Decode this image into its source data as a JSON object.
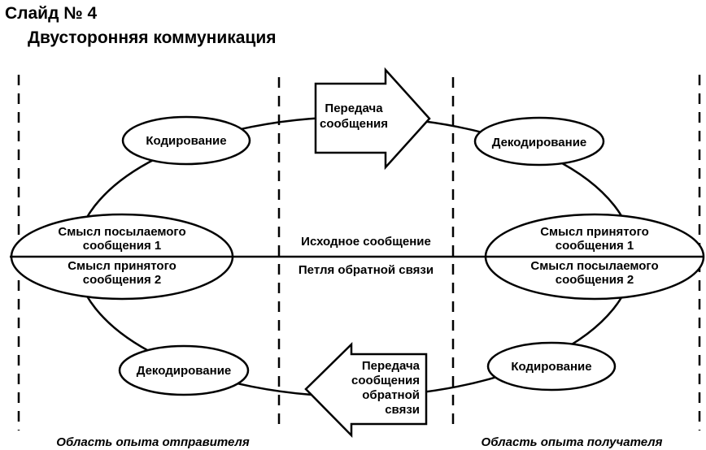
{
  "slide": {
    "title": "Слайд № 4",
    "subtitle": "Двусторонняя коммуникация"
  },
  "nodes": {
    "encoding_left": "Кодирование",
    "decoding_right": "Декодирование",
    "decoding_left": "Декодирование",
    "encoding_right": "Кодирование",
    "left_meaning_sent": [
      "Смысл посылаемого",
      "сообщения 1"
    ],
    "left_meaning_received": [
      "Смысл принятого",
      "сообщения 2"
    ],
    "right_meaning_received": [
      "Смысл принятого",
      "сообщения 1"
    ],
    "right_meaning_sent": [
      "Смысл посылаемого",
      "сообщения 2"
    ]
  },
  "arrows": {
    "top": [
      "Передача",
      "сообщения"
    ],
    "bottom": [
      "Передача",
      "сообщения",
      "обратной",
      "связи"
    ]
  },
  "center": {
    "upper": "Исходное сообщение",
    "lower": "Петля обратной связи"
  },
  "regions": {
    "sender": "Область опыта отправителя",
    "receiver": "Область опыта получателя"
  }
}
